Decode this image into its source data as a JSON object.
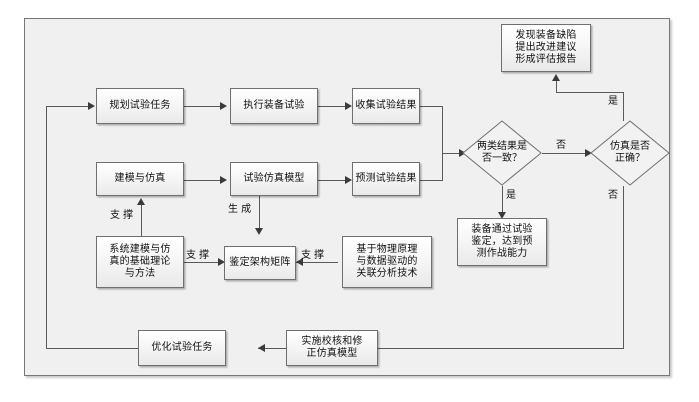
{
  "diagram": {
    "type": "flowchart",
    "title": "",
    "frame": {
      "name": "outer-frame"
    },
    "nodes": [
      {
        "id": "plan_test_task",
        "label": "规划试验任务",
        "shape": "process"
      },
      {
        "id": "execute_equip_test",
        "label": "执行装备试验",
        "shape": "process"
      },
      {
        "id": "collect_test_result",
        "label": "收集试验结果",
        "shape": "process"
      },
      {
        "id": "modeling_simulation",
        "label": "建模与仿真",
        "shape": "process"
      },
      {
        "id": "test_sim_model",
        "label": "试验仿真模型",
        "shape": "process"
      },
      {
        "id": "predict_test_result",
        "label": "预测试验结果",
        "shape": "process"
      },
      {
        "id": "two_results_consistent",
        "label": "两类结果是否一致？",
        "shape": "decision"
      },
      {
        "id": "simulation_correct",
        "label": "仿真是否正确？",
        "shape": "decision"
      },
      {
        "id": "defect_report",
        "label": "发现装备缺陷提出改进建议形成评估报告",
        "shape": "process"
      },
      {
        "id": "equip_pass",
        "label": "装备通过试验鉴定，达到预测作战能力",
        "shape": "process"
      },
      {
        "id": "theory_methods",
        "label": "系统建模与仿真的基础理论与方法",
        "shape": "process"
      },
      {
        "id": "appraisal_matrix",
        "label": "鉴定架构矩阵",
        "shape": "process"
      },
      {
        "id": "correlation_tech",
        "label": "基于物理原理与数据驱动的关联分析技术",
        "shape": "process"
      },
      {
        "id": "optimize_test_task",
        "label": "优化试验任务",
        "shape": "process"
      },
      {
        "id": "vv_correct_model",
        "label": "实施校核和修正仿真模型",
        "shape": "process"
      }
    ],
    "node_text": {
      "plan_test_task": "规划试验任务",
      "execute_equip_test": "执行装备试验",
      "collect_test_result": "收集试验结果",
      "modeling_simulation": "建模与仿真",
      "test_sim_model": "试验仿真模型",
      "predict_test_result": "预测试验结果",
      "two_results_line1": "两类结果是",
      "two_results_line2": "否一致？",
      "sim_correct_line1": "仿真是否",
      "sim_correct_line2": "正确？",
      "defect_line1": "发现装备缺陷",
      "defect_line2": "提出改进建议",
      "defect_line3": "形成评估报告",
      "equip_pass_line1": "装备通过试验",
      "equip_pass_line2": "鉴定，达到预",
      "equip_pass_line3": "测作战能力",
      "theory_line1": "系统建模与仿",
      "theory_line2": "真的基础理论",
      "theory_line3": "与方法",
      "appraisal_matrix": "鉴定架构矩阵",
      "corr_line1": "基于物理原理",
      "corr_line2": "与数据驱动的",
      "corr_line3": "关联分析技术",
      "optimize_test_task": "优化试验任务",
      "vv_line1": "实施校核和修",
      "vv_line2": "正仿真模型"
    },
    "edge_labels": {
      "consistent_yes": "是",
      "consistent_no": "否",
      "sim_yes": "是",
      "sim_no": "否",
      "support_1": "支 撑",
      "support_2": "支 撑",
      "support_3": "支 撑",
      "generate": "生 成"
    },
    "colors": {
      "node_border": "#6f6f6f",
      "node_fill_top": "#ffffff",
      "node_fill_bottom": "#e9e9e9",
      "edge": "#5a5a5a",
      "frame_bg": "#f0f0f0",
      "frame_border": "#777777",
      "text": "#111111"
    }
  }
}
